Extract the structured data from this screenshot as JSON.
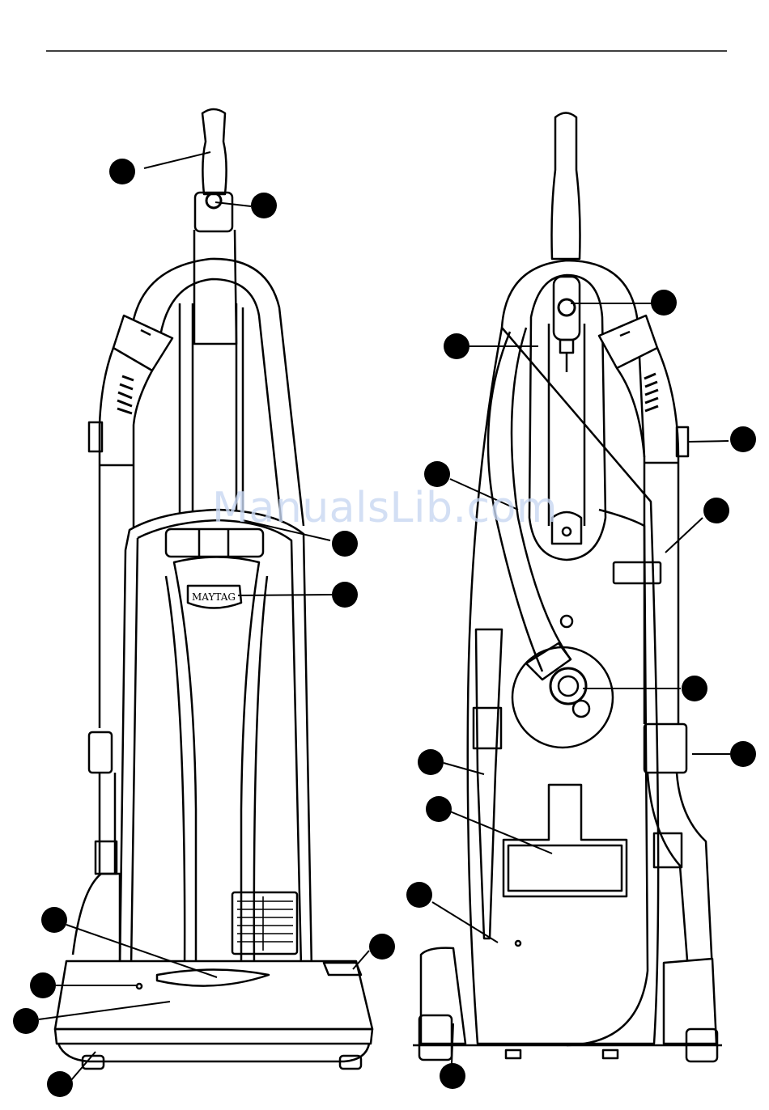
{
  "brand_badge": {
    "text": "MAYTAG"
  },
  "watermark": {
    "text": "ManualsLib.com"
  },
  "front_view": {
    "callouts": [
      {
        "id": "handle"
      },
      {
        "id": "power-switch"
      },
      {
        "id": "carry-handle"
      },
      {
        "id": "brand-badge"
      },
      {
        "id": "brushroll-indicator"
      },
      {
        "id": "height-adjust"
      },
      {
        "id": "headlight-lens"
      },
      {
        "id": "base-nozzle"
      },
      {
        "id": "bumper"
      }
    ]
  },
  "rear_view": {
    "callouts": [
      {
        "id": "cord-hook-upper"
      },
      {
        "id": "hose"
      },
      {
        "id": "hose-release"
      },
      {
        "id": "hose-handle"
      },
      {
        "id": "wand"
      },
      {
        "id": "hose-connector"
      },
      {
        "id": "wand-release"
      },
      {
        "id": "crevice-tool"
      },
      {
        "id": "upholstery-tool"
      },
      {
        "id": "cord-hook-lower"
      },
      {
        "id": "rear-wheel"
      }
    ]
  }
}
